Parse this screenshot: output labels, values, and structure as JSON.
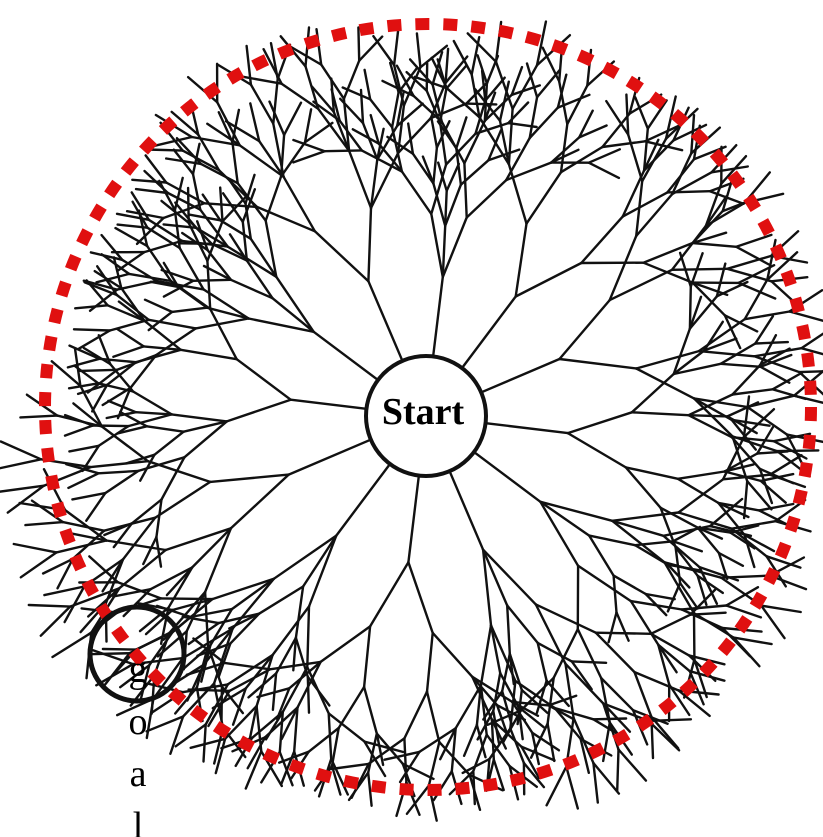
{
  "diagram": {
    "start_label": "Start",
    "goal_label": "goal",
    "colors": {
      "branch": "#111111",
      "boundary": "#e01010",
      "node_stroke": "#111111",
      "background": "#ffffff"
    },
    "boundary_style": "dotted-circle"
  }
}
